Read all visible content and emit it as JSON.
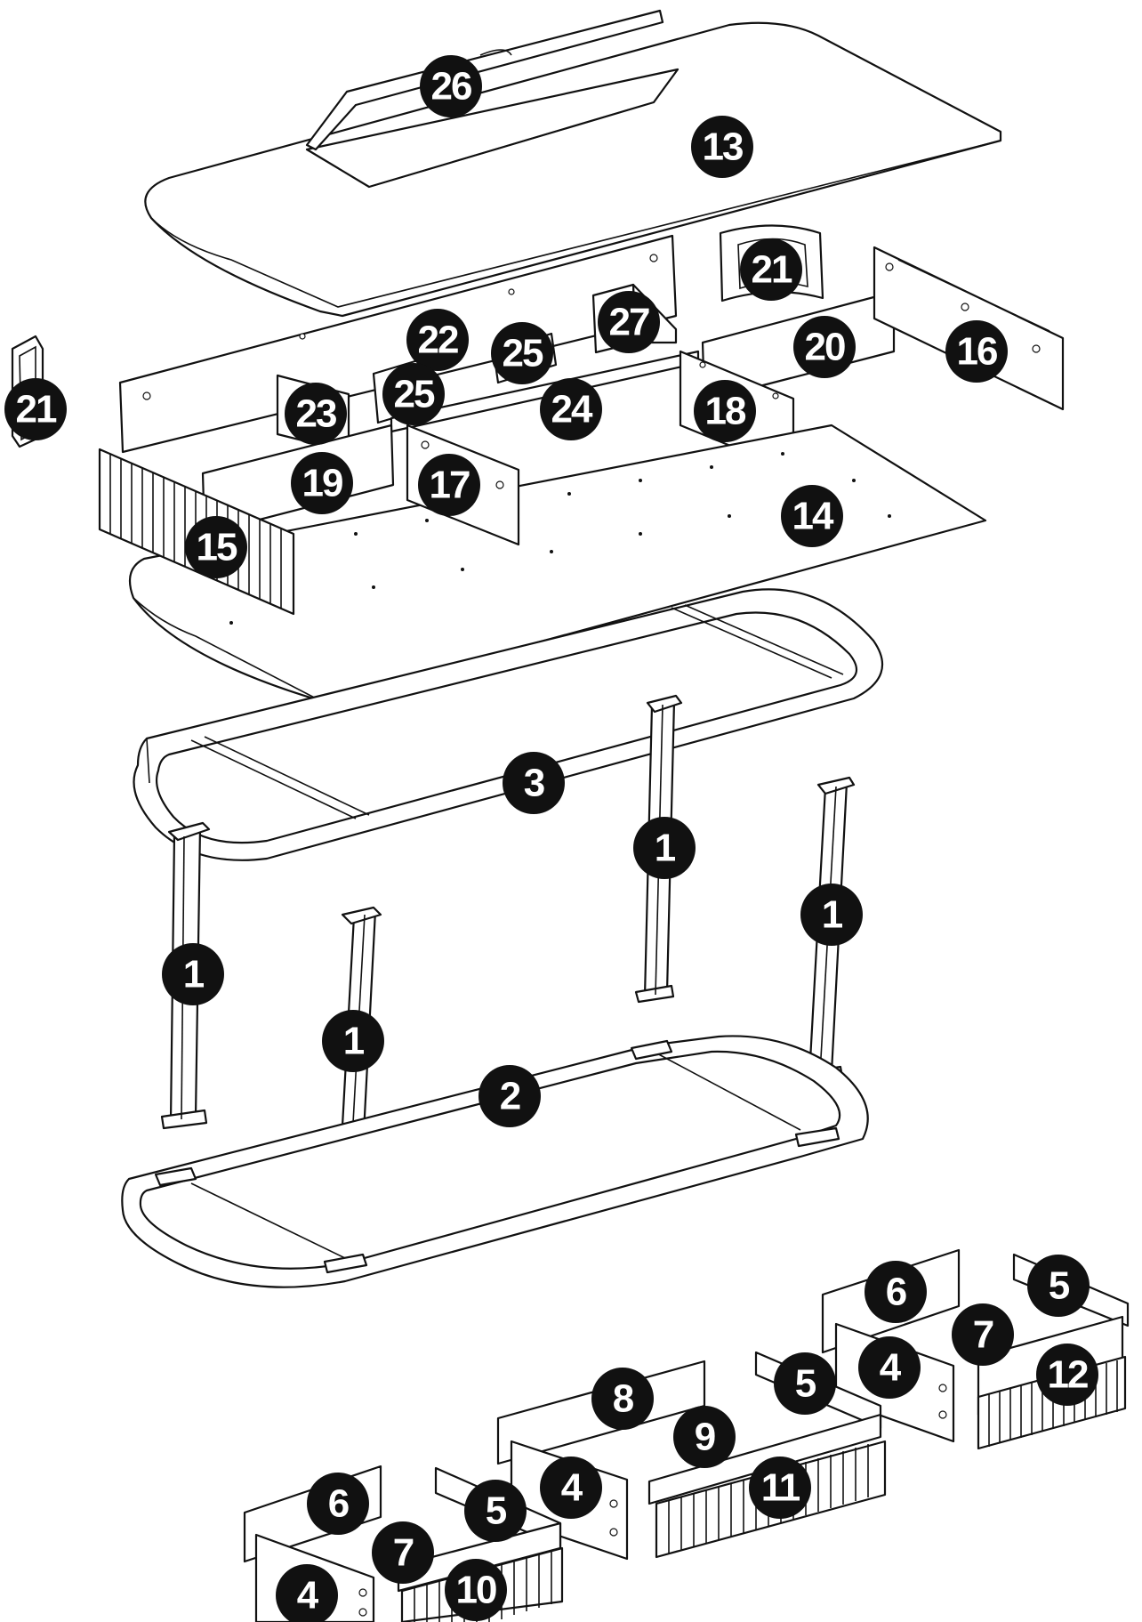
{
  "callouts": [
    {
      "id": "c26",
      "label": "26"
    },
    {
      "id": "c13",
      "label": "13"
    },
    {
      "id": "c21a",
      "label": "21"
    },
    {
      "id": "c21b",
      "label": "21"
    },
    {
      "id": "c22",
      "label": "22"
    },
    {
      "id": "c27",
      "label": "27"
    },
    {
      "id": "c25a",
      "label": "25"
    },
    {
      "id": "c25b",
      "label": "25"
    },
    {
      "id": "c20",
      "label": "20"
    },
    {
      "id": "c16",
      "label": "16"
    },
    {
      "id": "c23",
      "label": "23"
    },
    {
      "id": "c24",
      "label": "24"
    },
    {
      "id": "c18",
      "label": "18"
    },
    {
      "id": "c19",
      "label": "19"
    },
    {
      "id": "c17",
      "label": "17"
    },
    {
      "id": "c14",
      "label": "14"
    },
    {
      "id": "c15",
      "label": "15"
    },
    {
      "id": "c3",
      "label": "3"
    },
    {
      "id": "c1a",
      "label": "1"
    },
    {
      "id": "c1b",
      "label": "1"
    },
    {
      "id": "c1c",
      "label": "1"
    },
    {
      "id": "c1d",
      "label": "1"
    },
    {
      "id": "c2",
      "label": "2"
    },
    {
      "id": "c6a",
      "label": "6"
    },
    {
      "id": "c5a",
      "label": "5"
    },
    {
      "id": "c7a",
      "label": "7"
    },
    {
      "id": "c4a",
      "label": "4"
    },
    {
      "id": "c12",
      "label": "12"
    },
    {
      "id": "c8",
      "label": "8"
    },
    {
      "id": "c5b",
      "label": "5"
    },
    {
      "id": "c9",
      "label": "9"
    },
    {
      "id": "c4b",
      "label": "4"
    },
    {
      "id": "c11",
      "label": "11"
    },
    {
      "id": "c6b",
      "label": "6"
    },
    {
      "id": "c5c",
      "label": "5"
    },
    {
      "id": "c7b",
      "label": "7"
    },
    {
      "id": "c4c",
      "label": "4"
    },
    {
      "id": "c10",
      "label": "10"
    }
  ]
}
